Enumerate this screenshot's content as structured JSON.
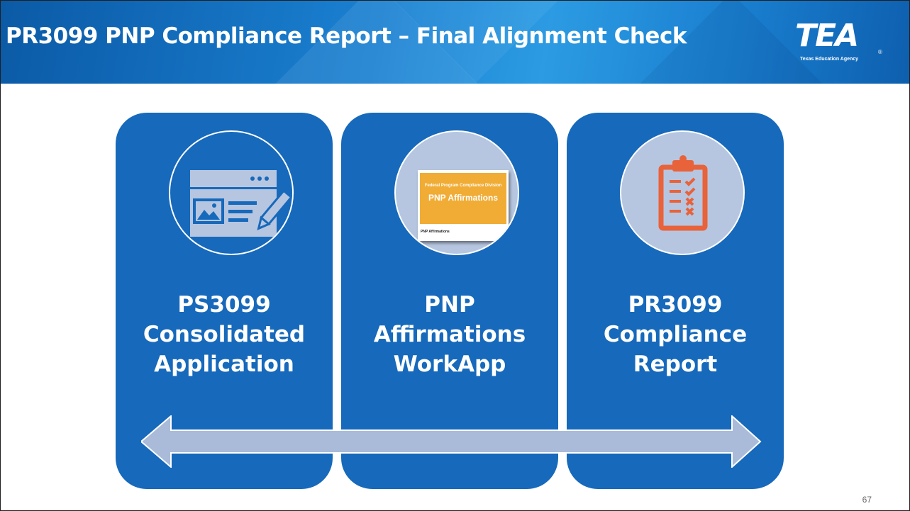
{
  "slide": {
    "title": "PR3099 PNP Compliance Report – Final Alignment Check",
    "page_number": "67"
  },
  "logo": {
    "mark": "TEA",
    "registered": "®",
    "subtitle": "Texas Education Agency"
  },
  "cards": [
    {
      "icon": "web-form-edit-icon",
      "lines": [
        "PS3099",
        "Consolidated",
        "Application"
      ]
    },
    {
      "icon": "pnp-affirmations-thumbnail",
      "thumbnail": {
        "subtitle": "Federal Program Compliance Division",
        "title": "PNP Affirmations",
        "footer": "PNP Affirmations"
      },
      "lines": [
        "PNP",
        "Affirmations",
        "WorkApp"
      ]
    },
    {
      "icon": "clipboard-checklist-icon",
      "lines": [
        "PR3099",
        "Compliance",
        "Report"
      ]
    }
  ],
  "colors": {
    "card_blue": "#1669bb",
    "header_blue": "#1a7fd0",
    "circle_fill": "#b6c6e0",
    "arrow_fill": "#a9bbd9",
    "clipboard_orange": "#e8623a",
    "thumbnail_orange": "#f0ac35"
  }
}
